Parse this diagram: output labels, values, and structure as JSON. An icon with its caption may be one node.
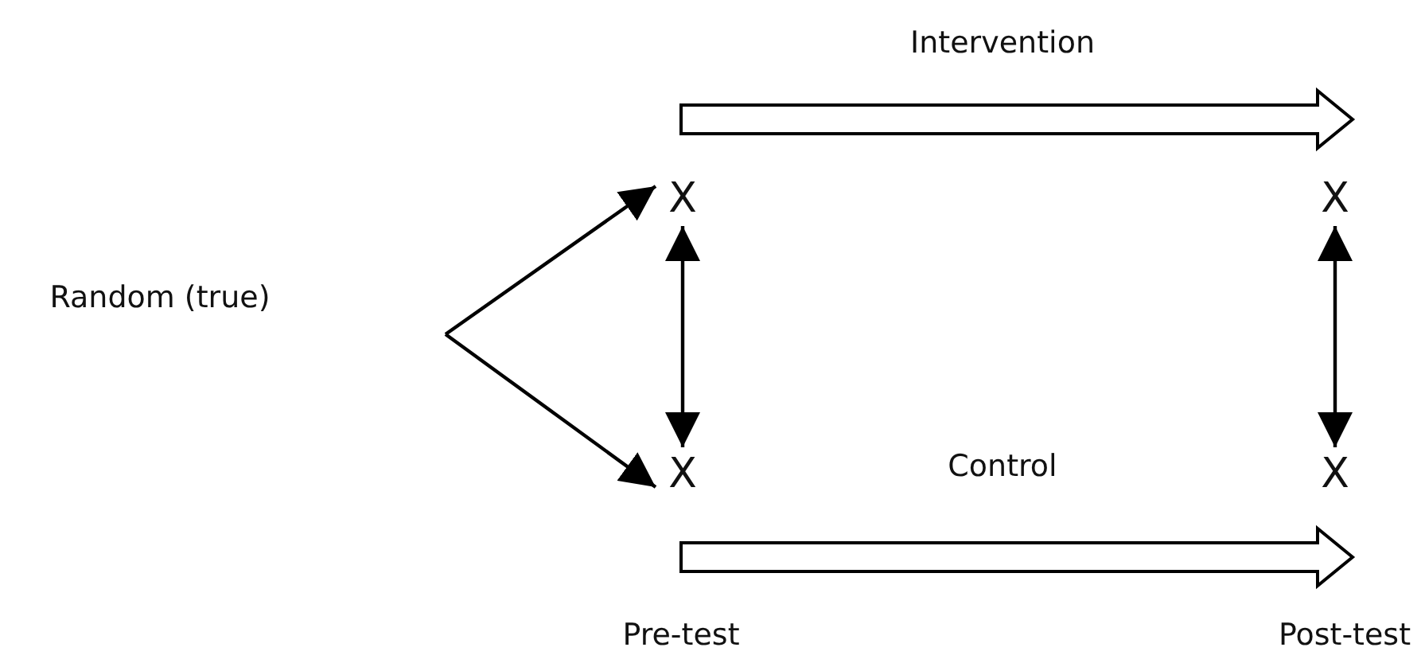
{
  "diagram": {
    "nodes": [
      {
        "text": [
          "Random (true)"
        ]
      },
      {
        "text": [
          "X"
        ]
      },
      {
        "text": [
          "X"
        ]
      },
      {
        "text": [
          "X"
        ]
      },
      {
        "text": [
          "X"
        ]
      }
    ],
    "edges": [
      {
        "from": null,
        "to": 1,
        "arrow": "to"
      },
      {
        "from": null,
        "to": 3,
        "arrow": "to"
      },
      {
        "from": 1,
        "to": 3,
        "arrow": "both"
      },
      {
        "from": 2,
        "to": 4,
        "arrow": "both"
      }
    ],
    "labels": [
      "Intervention",
      "Control",
      "Pre-test",
      "Post-test"
    ]
  }
}
